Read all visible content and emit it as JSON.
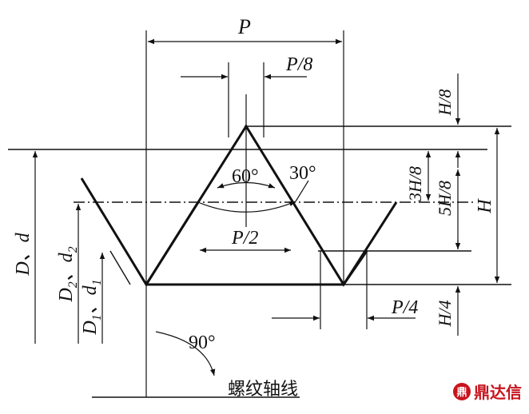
{
  "diagram": {
    "labels": {
      "pitch": "P",
      "pitch_eighth": "P/8",
      "pitch_half": "P/2",
      "pitch_quarter": "P/4",
      "h_eighth": "H/8",
      "h_three_eighths": "3H/8",
      "h_five_eighths": "5H/8",
      "h_full": "H",
      "h_quarter": "H/4",
      "angle_60": "60°",
      "angle_30": "30°",
      "angle_90": "90°",
      "major_diameter": "D、d",
      "pitch_diameter": "D2、d2",
      "minor_diameter": "D1、d1",
      "thread_axis": "螺纹轴线"
    },
    "diameters": {
      "pitch_prefix": "D",
      "pitch_sub1": "2",
      "pitch_mid": "、d",
      "pitch_sub2": "2",
      "minor_prefix": "D",
      "minor_sub1": "1",
      "minor_mid": "、d",
      "minor_sub2": "1"
    },
    "watermark": {
      "logo_glyph": "鼎",
      "text": "鼎达信"
    },
    "colors": {
      "line": "#111111",
      "watermark": "#c8141e"
    }
  }
}
